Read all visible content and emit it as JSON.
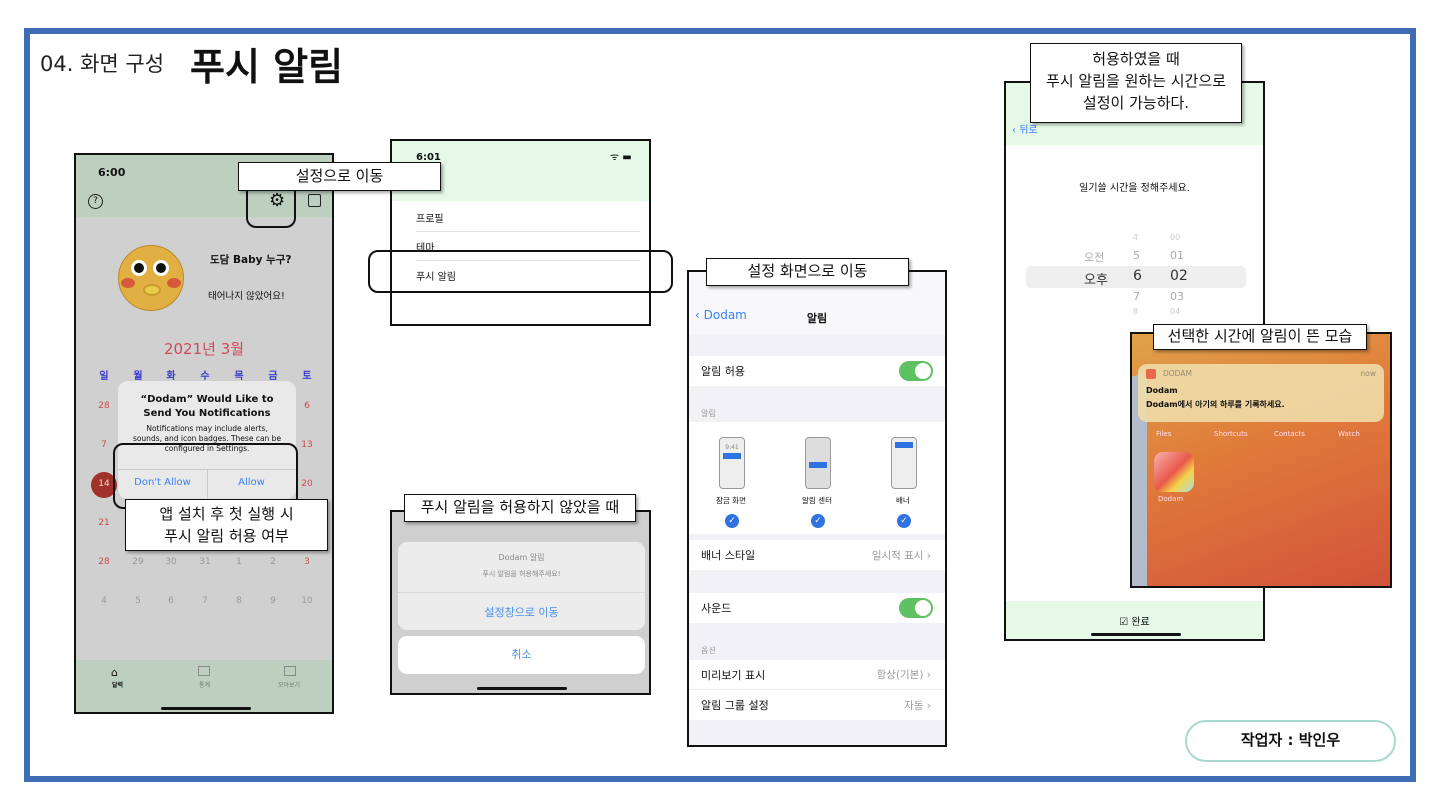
{
  "slide": {
    "section": "04. 화면 구성",
    "title": "푸시 알림",
    "author": "작업자 : 박인우",
    "border_color": "#3f6db5"
  },
  "callouts": {
    "go_settings": "설정으로 이동",
    "first_launch_line1": "앱 설치 후 첫 실행 시",
    "first_launch_line2": "푸시 알림 허용 여부",
    "go_settings_screen": "설정 화면으로 이동",
    "not_allowed": "푸시 알림을 허용하지 않았을 때",
    "time_line1": "허용하였을 때",
    "time_line2": "푸시 알림을 원하는 시간으로",
    "time_line3": "설정이 가능하다.",
    "notif_shown": "선택한 시간에 알림이 뜬 모습"
  },
  "home_screen": {
    "time": "6:00",
    "icons": [
      "help-icon",
      "gear-icon",
      "compose-icon"
    ],
    "baby_name": "도담 Baby 누구?",
    "baby_status": "태어나지 않았어요!",
    "month": "2021년 3월",
    "weekdays": [
      "일",
      "월",
      "화",
      "수",
      "목",
      "금",
      "토"
    ],
    "weeks": [
      [
        "28",
        "",
        "",
        "",
        "",
        "",
        "6"
      ],
      [
        "7",
        "",
        "",
        "",
        "",
        "",
        "13"
      ],
      [
        "14",
        "",
        "",
        "",
        "",
        "",
        "20"
      ],
      [
        "21",
        "",
        "",
        "",
        "",
        "",
        ""
      ],
      [
        "28",
        "29",
        "30",
        "31",
        "1",
        "2",
        "3"
      ],
      [
        "4",
        "5",
        "6",
        "7",
        "8",
        "9",
        "10"
      ]
    ],
    "permission_dialog": {
      "title": "“Dodam” Would Like to Send You Notifications",
      "message": "Notifications may include alerts, sounds, and icon badges. These can be configured in Settings.",
      "deny": "Don't Allow",
      "allow": "Allow"
    },
    "tabs": [
      "달력",
      "통계",
      "모아보기"
    ]
  },
  "settings_menu": {
    "time": "6:01",
    "items": [
      "프로필",
      "테마",
      "푸시 알림"
    ]
  },
  "ios_settings": {
    "back": "Dodam",
    "title": "알림",
    "allow_label": "알림 허용",
    "allow_on": true,
    "alerts_header": "알림",
    "styles": [
      {
        "label": "잠금 화면",
        "preview_time": "9:41",
        "checked": true
      },
      {
        "label": "알림 센터",
        "checked": true
      },
      {
        "label": "배너",
        "checked": true
      }
    ],
    "banner_style_label": "배너 스타일",
    "banner_style_value": "일시적 표시",
    "sound_label": "사운드",
    "sound_on": true,
    "options_header": "옵션",
    "preview_label": "미리보기 표시",
    "preview_value": "항상(기본)",
    "grouping_label": "알림 그룹 설정",
    "grouping_value": "자동"
  },
  "denied_dialog": {
    "title": "Dodam 알림",
    "message": "푸시 알림을 허용해주세요!",
    "settings_button": "설정창으로 이동",
    "cancel_button": "취소"
  },
  "time_picker": {
    "back": "뒤로",
    "prompt": "일기쓸 시간을 정해주세요.",
    "ampm": [
      "오전",
      "오후"
    ],
    "hours": [
      "4",
      "5",
      "6",
      "7",
      "8"
    ],
    "minutes": [
      "00",
      "01",
      "02",
      "03",
      "04"
    ],
    "selected": {
      "ampm": "오후",
      "hour": "6",
      "minute": "02"
    },
    "done": "☑ 완료"
  },
  "notification": {
    "app": "DODAM",
    "when": "now",
    "title": "Dodam",
    "body": "Dodam에서 아기의 하루를 기록하세요.",
    "dock_apps": [
      "Files",
      "Shortcuts",
      "Contacts",
      "Watch"
    ],
    "app_icon_label": "Dodam"
  }
}
